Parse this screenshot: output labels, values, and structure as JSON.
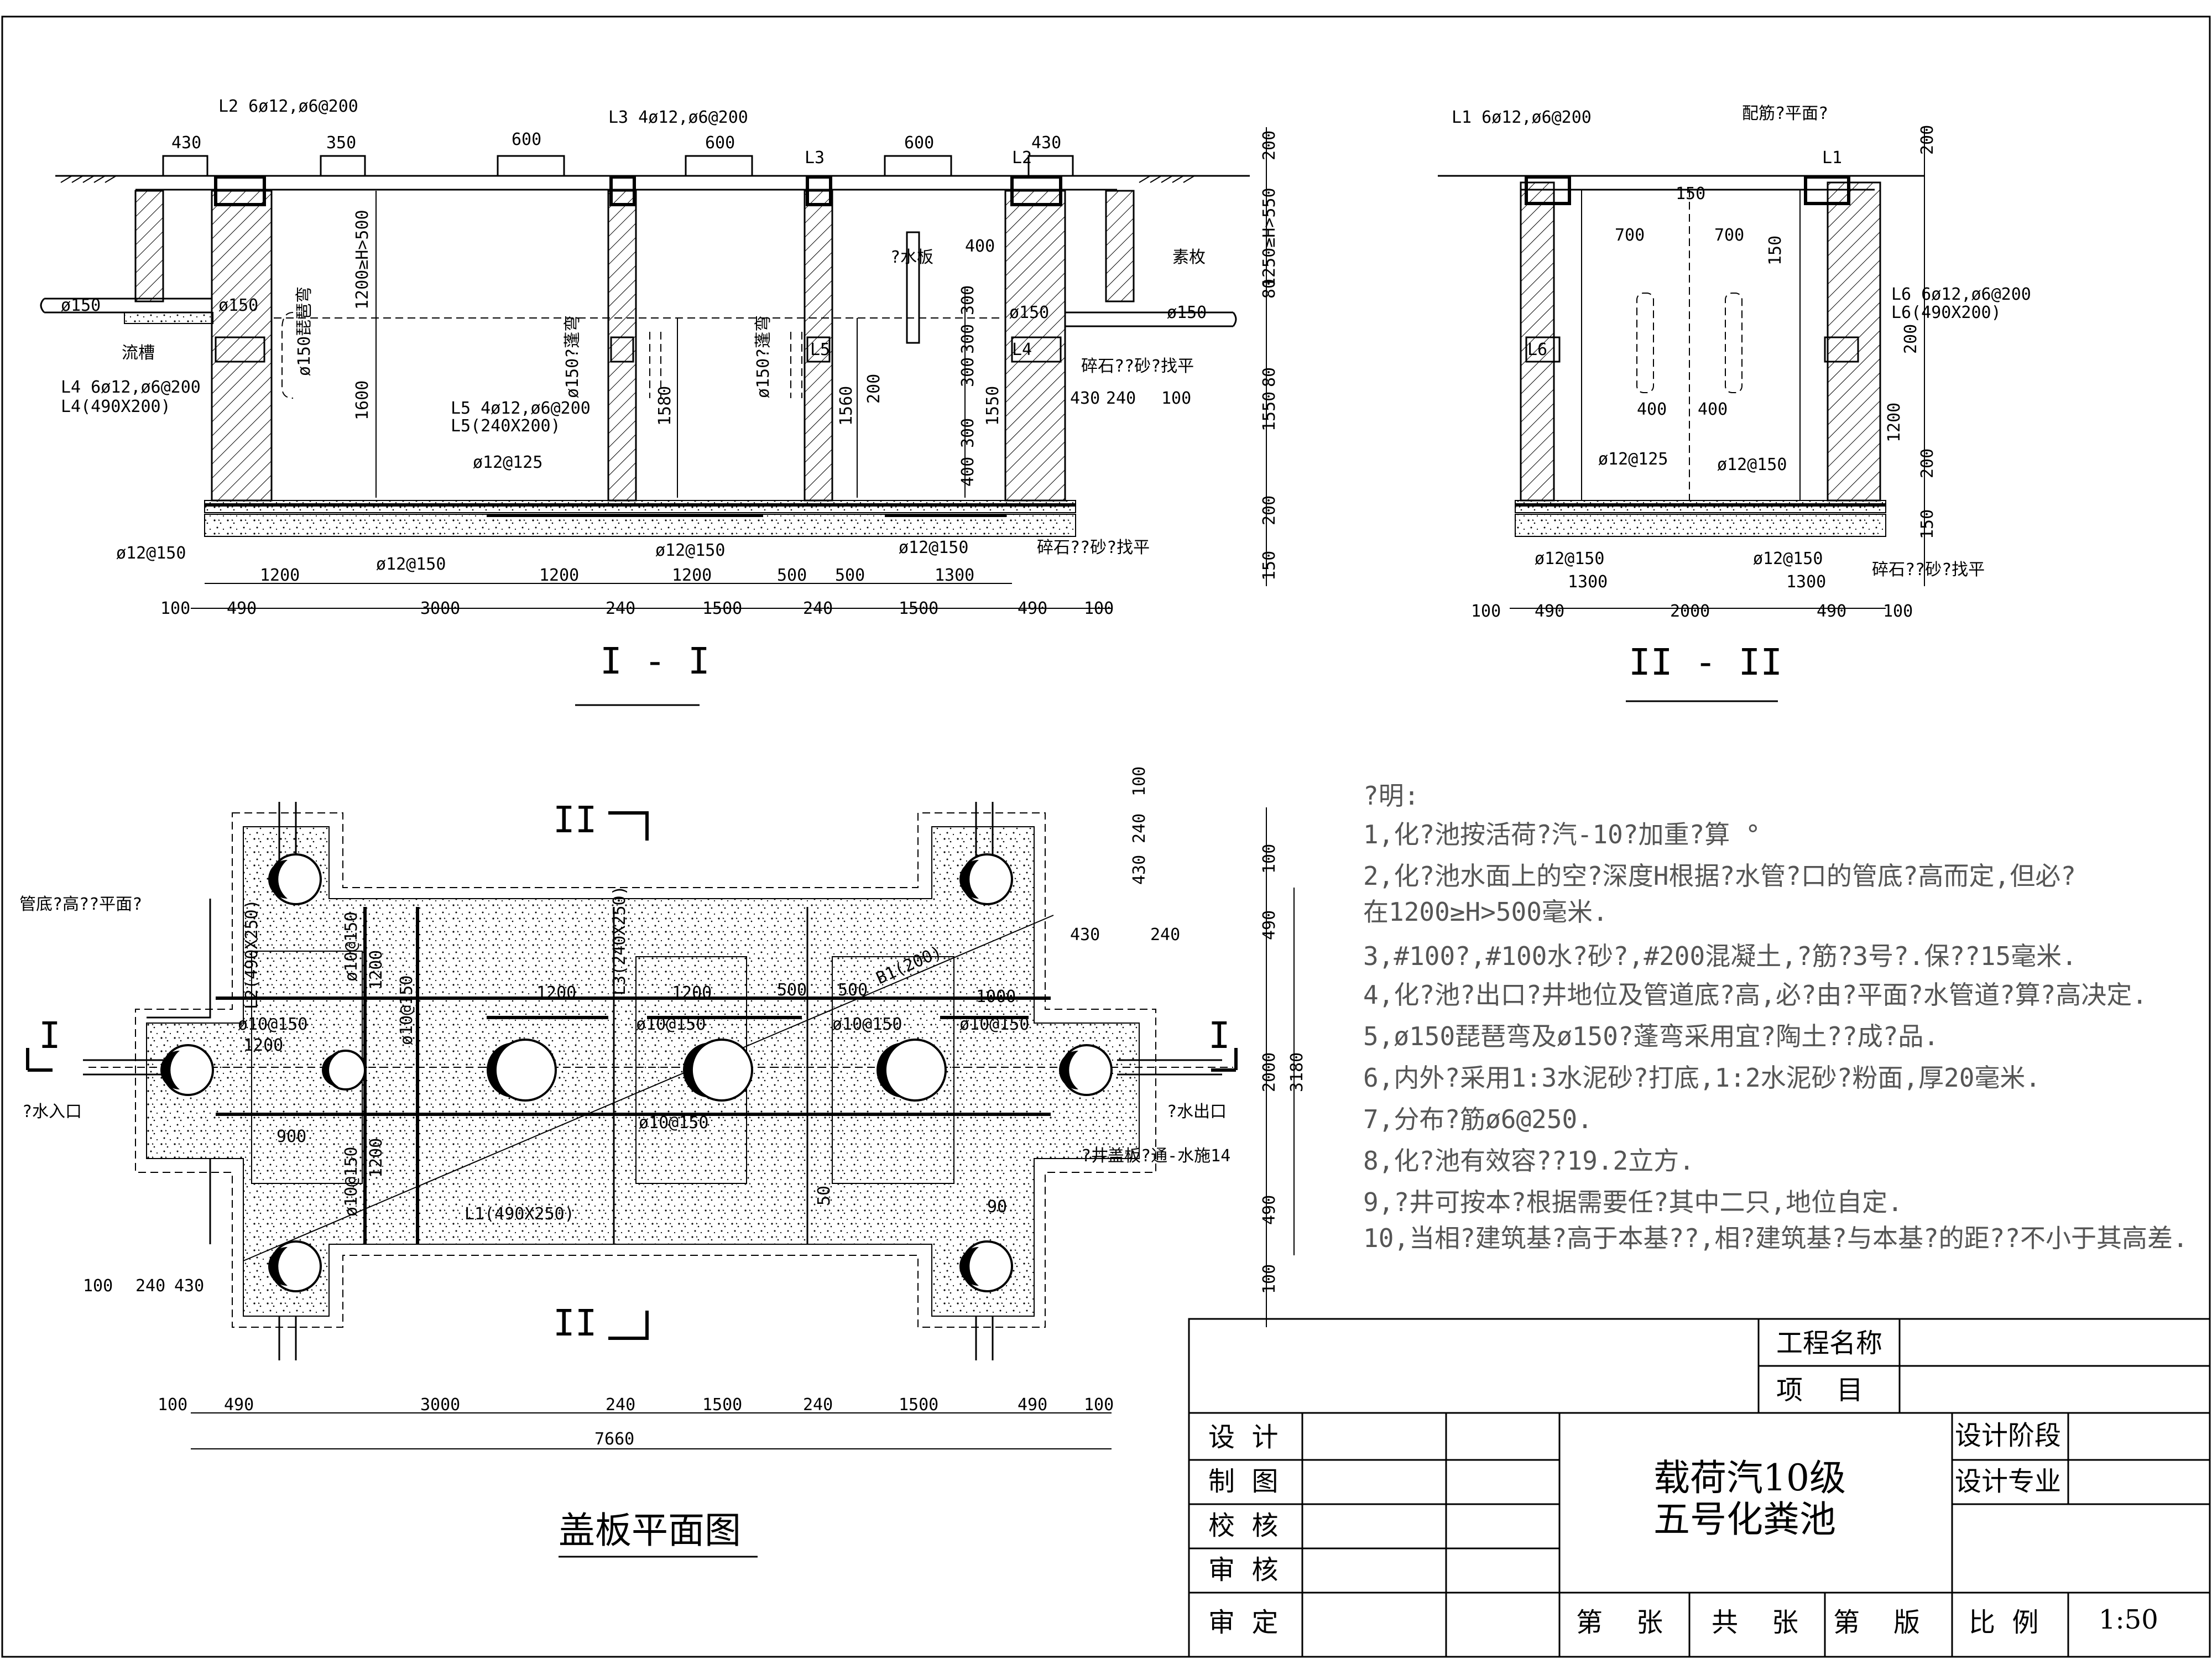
{
  "section1": {
    "title": "I - I",
    "beam_labels": {
      "l2": "L2 6ø12,ø6@200",
      "l3": "L3 4ø12,ø6@200",
      "l3_short": "L3",
      "l2_short": "L2",
      "l4": "L4 6ø12,ø6@200",
      "l4_size": "L4(490X200)",
      "l5": "L5 4ø12,ø6@200",
      "l5_size": "L5(240X200)",
      "l4_tag": "L4",
      "l5_tag": "L5"
    },
    "top_dims": [
      "430",
      "350",
      "600",
      "600",
      "600",
      "430"
    ],
    "pipe_in": "ø150",
    "pipe_in2": "ø150",
    "flow_channel": "流槽",
    "elbow1": "ø150琵琶弯",
    "elbow2": "ø150?蓬弯",
    "elbow3": "ø150?蓬弯",
    "water_board": "?水板",
    "plain_slab": "素枚",
    "outlet_pipe1": "ø150",
    "outlet_pipe2": "ø150",
    "gravel": "碎石??砂?找平",
    "gravel2": "碎石??砂?找平",
    "h_range": "1200≥H>500",
    "h_range_right": "1250≥H>550",
    "depths": [
      "1600",
      "1580",
      "1560",
      "200",
      "1550",
      "400"
    ],
    "stack_dims": [
      "300",
      "300",
      "300",
      "300"
    ],
    "board_dim": "400",
    "small_dims": [
      "430",
      "240",
      "100"
    ],
    "rebar": [
      "ø12@125",
      "ø12@150",
      "ø12@150",
      "ø12@150",
      "ø12@150"
    ],
    "bottom_span_top": [
      "1200",
      "1200",
      "1200",
      "500",
      "500",
      "1300"
    ],
    "bottom_span": [
      "100",
      "490",
      "3000",
      "240",
      "1500",
      "240",
      "1500",
      "490",
      "100"
    ],
    "right_dims": [
      "200",
      "1250≥H>550",
      "80",
      "80",
      "1550",
      "200",
      "150"
    ]
  },
  "section2": {
    "title": "II - II",
    "l1": "L1 6ø12,ø6@200",
    "l1_tag": "L1",
    "slab_note": "配筋?平面?",
    "l6": "L6 6ø12,ø6@200",
    "l6_size": "L6(490X200)",
    "l6_tag": "L6",
    "inner_dims": [
      "150",
      "700",
      "700",
      "150",
      "400",
      "400"
    ],
    "rebar": [
      "ø12@125",
      "ø12@150",
      "ø12@150",
      "ø12@150"
    ],
    "bottom_top": [
      "1300",
      "1300"
    ],
    "bottom": [
      "100",
      "490",
      "2000",
      "490",
      "100"
    ],
    "right_dims": [
      "200",
      "200",
      "1200",
      "200",
      "150"
    ],
    "gravel": "碎石??砂?找平"
  },
  "plan": {
    "title": "盖板平面图",
    "cut1": "I",
    "cut2": "II",
    "pipe_elev": "管底?高??平面?",
    "inlet": "?水入口",
    "outlet": "?水出口",
    "cover": "?井盖板?通-水施14",
    "l2_label": "L2(490X250)",
    "l3_label": "L3(240X250)",
    "l1_label": "L1(490X250)",
    "b1_label": "B1(200)",
    "rebar_labels": [
      "ø10@150",
      "ø10@150",
      "ø10@150",
      "ø10@150",
      "ø10@150",
      "ø10@150",
      "ø10@150",
      "ø10@150"
    ],
    "inner_dims": [
      "1200",
      "1200",
      "1200",
      "1200",
      "500",
      "500",
      "1000",
      "900",
      "90",
      "50",
      "430",
      "240"
    ],
    "left_dims": [
      "100",
      "240",
      "430"
    ],
    "bottom": [
      "100",
      "490",
      "3000",
      "240",
      "1500",
      "240",
      "1500",
      "490",
      "100"
    ],
    "total": "7660",
    "right_dims": [
      "100",
      "240",
      "430",
      "100",
      "490",
      "2000",
      "490",
      "100"
    ],
    "total_h": "3180"
  },
  "notes": {
    "heading": "?明:",
    "items": [
      "1,化?池按活荷?汽-10?加重?算 °",
      "2,化?池水面上的空?深度H根据?水管?口的管底?高而定,但必?",
      "在1200≥H>500毫米.",
      "3,#100?,#100水?砂?,#200混凝土,?筋?3号?.保??15毫米.",
      "4,化?池?出口?井地位及管道底?高,必?由?平面?水管道?算?高决定.",
      "5,ø150琵琶弯及ø150?蓬弯采用宜?陶土??成?品.",
      "6,内外?采用1:3水泥砂?打底,1:2水泥砂?粉面,厚20毫米.",
      "7,分布?筋ø6@250.",
      "8,化?池有效容??19.2立方.",
      "9,?井可按本?根据需要任?其中二只,地位自定.",
      "10,当相?建筑基?高于本基??,相?建筑基?与本基?的距??不小于其高差."
    ]
  },
  "title_block": {
    "project_name": "工程名称",
    "item": "项    目",
    "roles": [
      "设  计",
      "制  图",
      "校  核",
      "审  核",
      "审  定"
    ],
    "drawing_title_1": "载荷汽10级",
    "drawing_title_2": "五号化粪池",
    "design_stage": "设计阶段",
    "design_major": "设计专业",
    "sheet": "第    张",
    "total_sheets": "共    张",
    "version": "第    版",
    "scale_label": "比  例",
    "scale_value": "1:50"
  }
}
